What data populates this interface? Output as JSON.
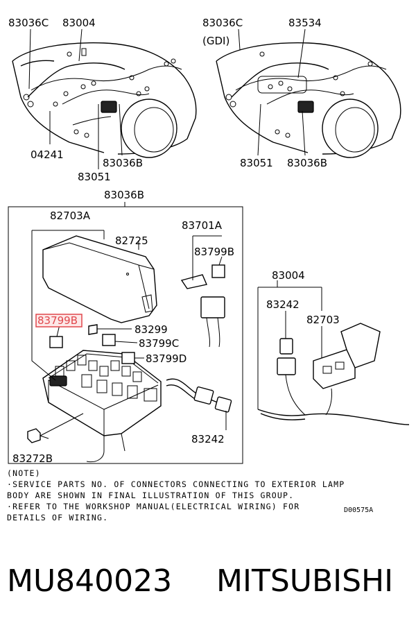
{
  "top_left": {
    "labels": {
      "p83036C": "83036C",
      "p83004": "83004",
      "p04241": "04241",
      "p83051": "83051",
      "p83036B": "83036B"
    }
  },
  "top_right": {
    "labels": {
      "p83036C": "83036C",
      "gdi": "(GDI)",
      "p83534": "83534",
      "p83051": "83051",
      "p83036B": "83036B"
    }
  },
  "main": {
    "title": "83036B",
    "labels": {
      "p82703A": "82703A",
      "p82725": "82725",
      "p83799B_hl": "83799B",
      "p83299": "83299",
      "p83799C": "83799C",
      "p83799D": "83799D",
      "p83701A": "83701A",
      "p83799B": "83799B",
      "p83242": "83242",
      "p83272B": "83272B"
    }
  },
  "right_group": {
    "labels": {
      "p83004": "83004",
      "p83242": "83242",
      "p82703": "82703"
    }
  },
  "notes": {
    "line1": "(NOTE)",
    "line2": "·SERVICE PARTS NO. OF CONNECTORS CONNECTING TO EXTERIOR LAMP",
    "line3": " BODY ARE SHOWN IN FINAL ILLUSTRATION OF THIS GROUP.",
    "line4": "·REFER TO THE WORKSHOP MANUAL(ELECTRICAL WIRING) FOR",
    "line5": " DETAILS OF WIRING.",
    "ref_code": "D00575A"
  },
  "footer": {
    "part_number": "MU840023",
    "brand": "MITSUBISHI"
  },
  "colors": {
    "highlight": "#e0474c",
    "highlight_fill": "#fde8e8",
    "ink": "#000000"
  }
}
